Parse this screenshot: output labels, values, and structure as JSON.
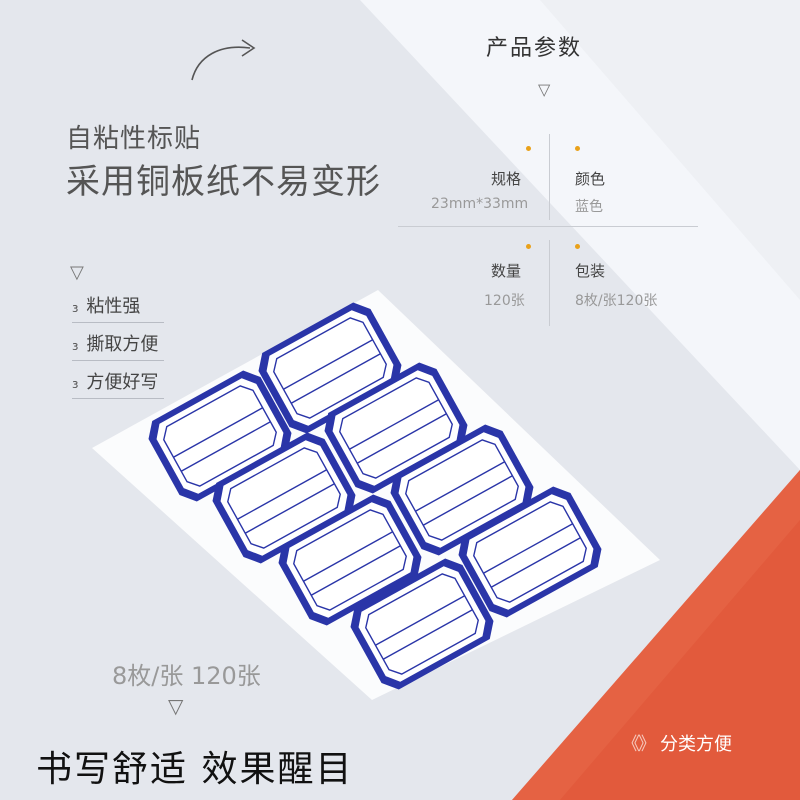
{
  "header": {
    "title": "产品参数"
  },
  "headline": {
    "line1": "自粘性标贴",
    "line2": "采用铜板纸不易变形"
  },
  "features": {
    "bullet": "ɜ",
    "items": [
      "粘性强",
      "撕取方便",
      "方便好写"
    ]
  },
  "params": [
    {
      "label": "规格",
      "value": "23mm*33mm"
    },
    {
      "label": "颜色",
      "value": "蓝色"
    },
    {
      "label": "数量",
      "value": "120张"
    },
    {
      "label": "包装",
      "value": "8枚/张120张"
    }
  ],
  "caption": "8枚/张 120张",
  "slogan": "书写舒适 效果醒目",
  "tag": {
    "quote": "《》",
    "text": "分类方便"
  },
  "colors": {
    "label_border": "#2a35a8",
    "accent_red": "#e25a3c",
    "bullet_dot": "#e9a11a",
    "background": "#f3f5f9"
  },
  "icons": {
    "arrow": "curved-arrow-icon",
    "triangle": "triangle-down-icon"
  }
}
